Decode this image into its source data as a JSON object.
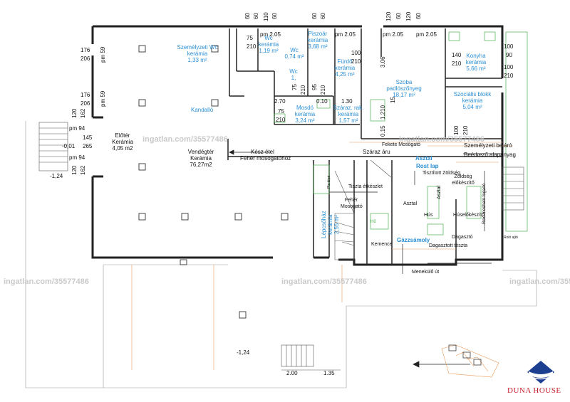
{
  "rooms": {
    "szemelyzeti_wc": [
      "Személyzeti Wc",
      "kerámia",
      "1,33 m²"
    ],
    "wc1": [
      "Wc",
      "kerámia",
      "1,19 m²"
    ],
    "wc2": [
      "Wc",
      "0,74 m²"
    ],
    "wc3": [
      "Wc",
      "1,"
    ],
    "piszoar": [
      "Piszoár",
      "kerámia",
      "3,68 m²"
    ],
    "furdo": [
      "Fürdő",
      "kerámia",
      "4,25 m²"
    ],
    "szoba": [
      "Szoba",
      "padlószőnyeg",
      "18,17 m²"
    ],
    "konyha": [
      "Konyha",
      "kerámia",
      "5,66 m²"
    ],
    "szocialis": [
      "Szociális blokk",
      "kerámia",
      "5,04 m²"
    ],
    "kandallo": "Kandalló",
    "mosdo": [
      "Mosdó",
      "kerámia",
      "3,24 m²"
    ],
    "szaraz_rak": [
      "Száraz. rak.",
      "kerámia",
      "1,57 m²"
    ],
    "eloter": [
      "Előtér",
      "Kerámia",
      "4,05 m2"
    ],
    "vendegter": [
      "Vendégtér",
      "Kerámia",
      "76,27m2"
    ],
    "lepcsohaz": [
      "Lépcsőház",
      "kerámia",
      "2,55 m²"
    ],
    "asztal": "Asztal",
    "rost_lap": "Rost lap",
    "gazzsamoly": "Gázzsámoly"
  },
  "labels": {
    "kesz_etel": "Kész étel",
    "feher_mosogatohoz": "Fehér mosogatóhoz",
    "szaraz_aru": "Száraz áru",
    "fekete_mosogato": "Fekete Mosogató",
    "szemelyzeti_bejaro": "Személyzeti bejáró",
    "beerkezo_alapanyag": "Beérkező alapanyag",
    "tisztitott_zoldseg": "Tisztított Zöldség",
    "zoldseg_elokeszito": "Zöldség előkészítő",
    "tiszta_etkeszlet": "Tiszta étkészlet",
    "feher_mosogato": "Fehér Mosogató",
    "asztal_k": "Asztal",
    "asztal_v": "Asztal",
    "hus": "Hús",
    "huselokeszito": "Húselőkészítő",
    "rolo": "Roló mosható fogadó",
    "rolo_ajto": "Roló ajtó",
    "dagaszto": "Dagasztó",
    "dagasztott_teszta": "Dagasztott tészta",
    "kemence": "Kemence",
    "menekulo_ut": "Menekülő út",
    "pm_label": "Pla tépé",
    "hu_small": "Hű"
  },
  "dims": {
    "d176a": "176",
    "d206a": "206",
    "pm59a": "pm 59",
    "d176b": "176",
    "d206b": "206",
    "pm59b": "pm 59",
    "d120a": "120",
    "d162a": "162",
    "pm94a": "pm 94",
    "d145": "145",
    "d265": "265",
    "d120b": "120",
    "d162b": "162",
    "pm94b": "pm 94",
    "m001": "-0,01",
    "m124a": "-1,24",
    "m124b": "-1,24",
    "t60a": "60",
    "t60b": "60",
    "t110": "110",
    "t60c": "60",
    "t60d": "60",
    "t60e": "60",
    "t120a": "120",
    "t60f": "60",
    "t120b": "120",
    "t60g": "60",
    "pm205a": "pm 2.05",
    "pm205b": "pm 2.05",
    "pm205c": "pm 2.05",
    "pm205d": "pm 2.05",
    "d75a": "75",
    "d210a": "210",
    "d100a": "100",
    "d210b": "210",
    "d140": "140",
    "d210c": "210",
    "d100b": "100",
    "d90": "90",
    "d100c": "100",
    "d210d": "210",
    "d75b": "75",
    "d95": "95",
    "d210e": "210",
    "d210f": "210",
    "d270": "2.70",
    "d010": "0.10",
    "d130": "1.30",
    "d306": "3.06",
    "d1210": "1.210",
    "d15": "15",
    "d015": "0.15",
    "d75c": "75",
    "d210g": "210",
    "d100d": "100",
    "d210h": "210",
    "d200": "2.00",
    "d135": "1.35"
  },
  "watermarks": [
    "ingatlan.com/35577486",
    "ingatlan.com/35577486",
    "ingatlan.com/35577486",
    "ingatlan.com/35577486",
    "ingatlan.com/35577486"
  ],
  "brand": "DUNA HOUSE",
  "colors": {
    "wall": "#222222",
    "blue_text": "#2a8fd4",
    "green": "#4caf50",
    "orange": "#e89a5a",
    "brand": "#c8202f"
  }
}
